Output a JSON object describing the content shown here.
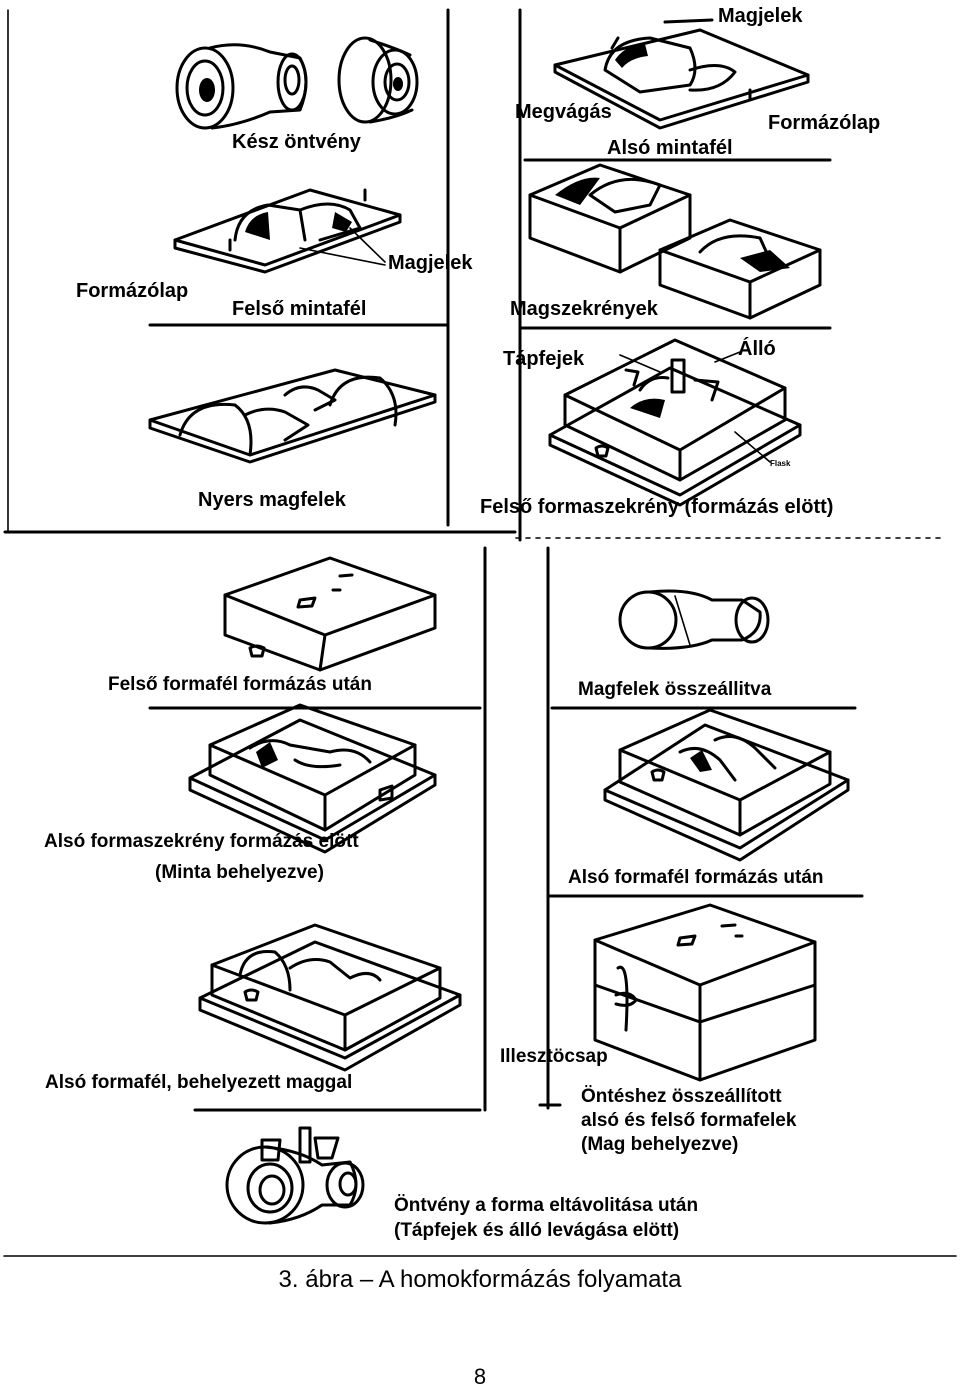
{
  "figure": {
    "caption": "3. ábra – A homokformázás folyamata",
    "page_number": "8"
  },
  "labels": {
    "magjelek_top": "Magjelek",
    "megvagas": "Megvágás",
    "formazolap_top": "Formázólap",
    "also_mintafel": "Alsó mintafél",
    "kesz_ontveny": "Kész öntvény",
    "magjelek_left": "Magjelek",
    "formazolap_left": "Formázólap",
    "felso_mintafel": "Felső mintafél",
    "magszekrenyek": "Magszekrények",
    "tapfejek": "Tápfejek",
    "allo": "Álló",
    "flask": "Flask",
    "nyers_magfelek": "Nyers magfelek",
    "felso_formaszekreny": "Felső formaszekrény (formázás elött)",
    "felso_formafel_utan": "Felső formafél formázás után",
    "magfelek_osszeallitva": "Magfelek összeállitva",
    "also_formaszekreny_1": "Alsó formaszekrény formázás elött",
    "also_formaszekreny_2": "(Minta behelyezve)",
    "also_formafel_utan": "Alsó formafél formázás után",
    "illesztocsap": "Illesztöcsap",
    "also_formafel_maggal": "Alsó formafél, behelyezett maggal",
    "onteshez_1": "Öntéshez összeállított",
    "onteshez_2": "alsó és felső formafelek",
    "onteshez_3": "(Mag behelyezve)",
    "ontveny_1": "Öntvény a forma eltávolitása után",
    "ontveny_2": "(Tápfejek és álló levágása elött)"
  },
  "icons": {
    "illustrations": [
      "casting-icon",
      "pattern-plate-icon",
      "core-box-icon",
      "flask-icon",
      "core-half-icon",
      "core-assembled-icon",
      "mold-assembled-icon"
    ]
  }
}
